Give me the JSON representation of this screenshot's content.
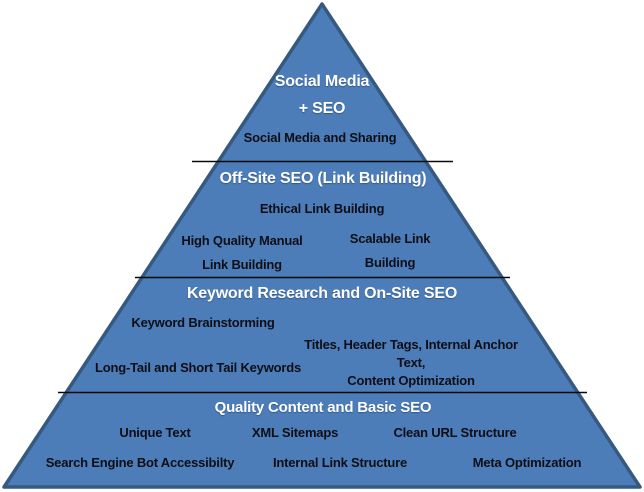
{
  "diagram": {
    "kind": "pyramid",
    "colors": {
      "fill": "#4C7DB8",
      "border": "#36597F",
      "divider": "#0a0a0a",
      "title_text": "#ffffff",
      "item_text": "#0e0e16"
    },
    "levels": [
      {
        "title": "Social Media\n+ SEO",
        "items": [
          "Social Media and Sharing"
        ]
      },
      {
        "title": "Off-Site SEO (Link Building)",
        "items": [
          "Ethical Link Building",
          "High Quality Manual\nLink Building",
          "Scalable Link\nBuilding"
        ]
      },
      {
        "title": "Keyword Research and On-Site SEO",
        "items": [
          "Keyword Brainstorming",
          "Titles, Header Tags, Internal Anchor Text,\nContent Optimization",
          "Long-Tail and Short Tail Keywords"
        ]
      },
      {
        "title": "Quality Content and Basic SEO",
        "items": [
          "Unique Text",
          "XML Sitemaps",
          "Clean URL Structure",
          "Search Engine Bot Accessibilty",
          "Internal Link Structure",
          "Meta Optimization"
        ]
      }
    ]
  }
}
